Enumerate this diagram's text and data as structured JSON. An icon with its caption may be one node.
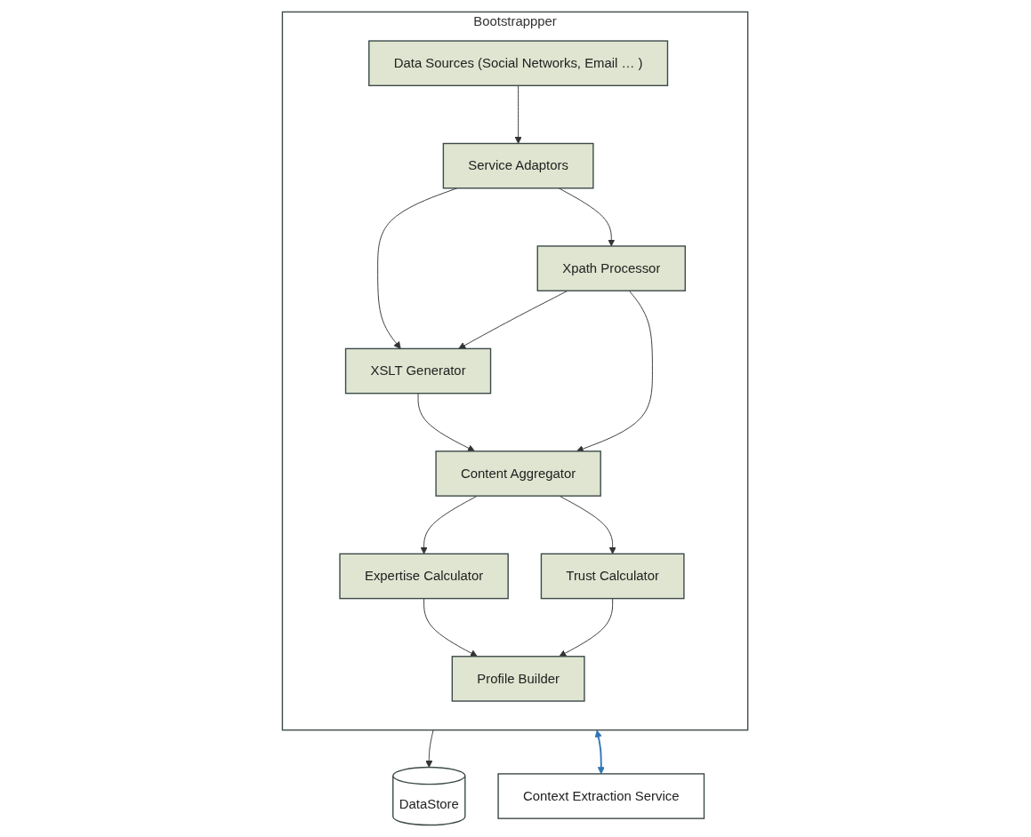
{
  "diagram": {
    "nodes": [
      {
        "text": [
          "Bootstrappper"
        ]
      },
      {
        "text": [
          "Data Sources (Social Networks, Email … )"
        ],
        "in": 0
      },
      {
        "text": [
          "Service Adaptors"
        ],
        "in": 0
      },
      {
        "text": [
          "XSLT Generator"
        ],
        "in": 0
      },
      {
        "text": [
          "Xpath Processor"
        ],
        "in": 0
      },
      {
        "text": [
          "Content Aggregator"
        ],
        "in": 0
      },
      {
        "text": [
          "Expertise Calculator"
        ],
        "in": 0
      },
      {
        "text": [
          "Trust Calculator"
        ],
        "in": 0
      },
      {
        "text": [
          "Profile Builder"
        ],
        "in": 0
      },
      {
        "text": [
          "Context Extraction Service"
        ]
      },
      {
        "text": [
          "DataStore"
        ]
      }
    ],
    "edges": [
      {
        "from": 1,
        "to": 2,
        "arrow": "to"
      },
      {
        "from": 2,
        "to": 3,
        "arrow": "to"
      },
      {
        "from": 2,
        "to": 4,
        "arrow": "to"
      },
      {
        "from": 4,
        "to": 3,
        "arrow": "to"
      },
      {
        "from": 3,
        "to": 5,
        "arrow": "to"
      },
      {
        "from": 4,
        "to": 5,
        "arrow": "to"
      },
      {
        "from": 5,
        "to": 6,
        "arrow": "to"
      },
      {
        "from": 5,
        "to": 7,
        "arrow": "to"
      },
      {
        "from": 6,
        "to": 8,
        "arrow": "to"
      },
      {
        "from": 7,
        "to": 8,
        "arrow": "to"
      },
      {
        "from": 0,
        "to": 10,
        "arrow": "to"
      },
      {
        "from": 0,
        "to": 9,
        "arrow": "both",
        "color": "#2e75b6"
      }
    ]
  }
}
